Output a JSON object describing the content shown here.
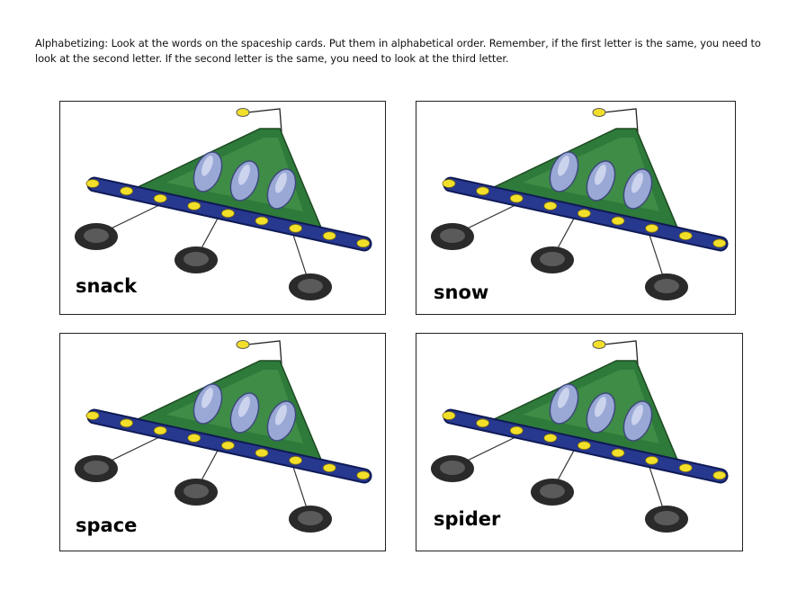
{
  "instructions": "Alphabetizing:  Look at the words on the spaceship cards.  Put them in alphabetical order.  Remember, if the first letter is the same, you need to look at the second letter.  If the second letter is the same, you need to look at the third letter.",
  "cards": [
    {
      "word": "snack"
    },
    {
      "word": "snow"
    },
    {
      "word": "space"
    },
    {
      "word": "spider"
    }
  ],
  "colors": {
    "hull": "#2e7a3a",
    "hull_light": "#4c9a4e",
    "band": "#27388f",
    "lights": "#f2df2a",
    "windows": "#9aa8d6",
    "legs": "#3c3c3c"
  }
}
